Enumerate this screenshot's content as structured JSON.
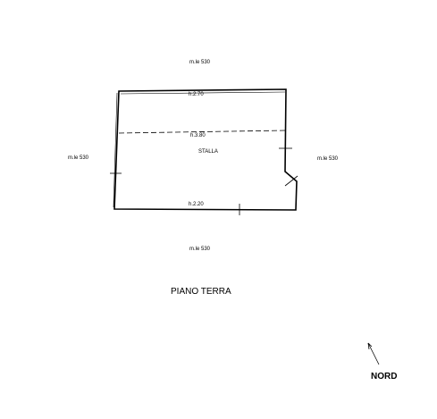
{
  "adjacent": {
    "north": "m.le 530",
    "south": "m.le 530",
    "west": "m.le 530",
    "east": "m.le 530"
  },
  "heights": {
    "top": "h.2.70",
    "middle": "h.3.80",
    "bottom": "h.2.20"
  },
  "room_name": "STALLA",
  "floor_title": "PIANO TERRA",
  "north_label": "NORD",
  "colors": {
    "ink": "#000000",
    "background": "#ffffff"
  }
}
